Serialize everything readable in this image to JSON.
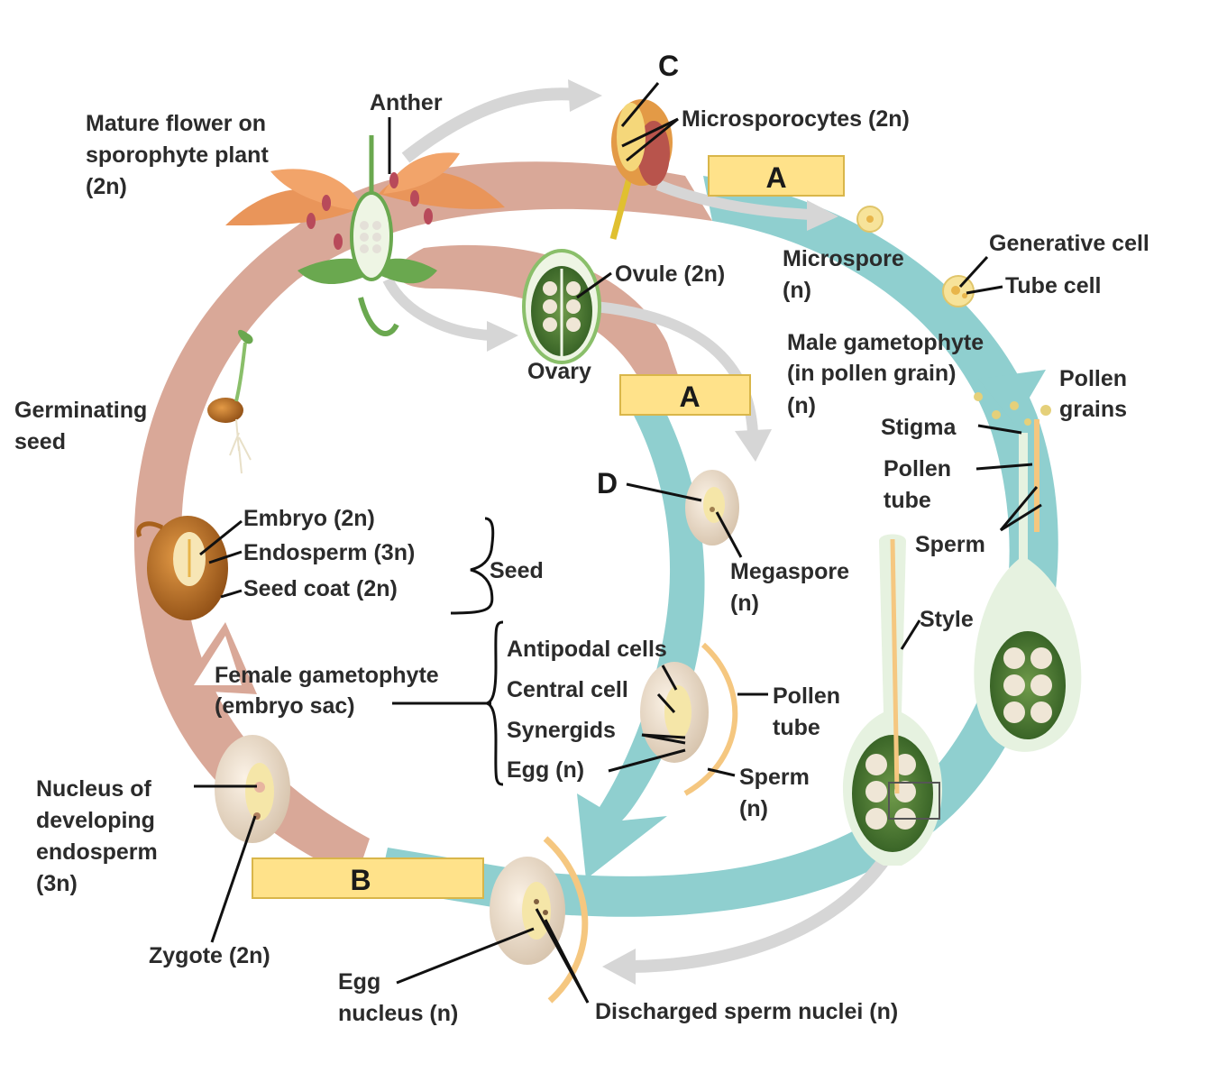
{
  "letters": {
    "c": "C",
    "d": "D"
  },
  "boxes": {
    "a_top": "A",
    "a_mid": "A",
    "b": "B"
  },
  "labels": {
    "mature_flower": [
      "Mature flower on",
      "sporophyte plant",
      "(2n)"
    ],
    "anther": "Anther",
    "microsporocytes": "Microsporocytes (2n)",
    "microspore": [
      "Microspore",
      "(n)"
    ],
    "generative_cell": "Generative cell",
    "tube_cell": "Tube cell",
    "ovule": "Ovule (2n)",
    "ovary": "Ovary",
    "male_gametophyte": [
      "Male gametophyte",
      "(in pollen grain)",
      "(n)"
    ],
    "pollen_grains": [
      "Pollen",
      "grains"
    ],
    "stigma": "Stigma",
    "pollen_tube_top": [
      "Pollen",
      "tube"
    ],
    "sperm_top": "Sperm",
    "germinating_seed": [
      "Germinating",
      "seed"
    ],
    "embryo": "Embryo (2n)",
    "endosperm": "Endosperm (3n)",
    "seed_coat": "Seed coat (2n)",
    "seed": "Seed",
    "megaspore": [
      "Megaspore",
      "(n)"
    ],
    "style": "Style",
    "antipodal": "Antipodal cells",
    "central_cell": "Central cell",
    "synergids": "Synergids",
    "egg": "Egg (n)",
    "female_gametophyte": [
      "Female gametophyte",
      "(embryo sac)"
    ],
    "pollen_tube_mid": [
      "Pollen",
      "tube"
    ],
    "sperm_mid": [
      "Sperm",
      "(n)"
    ],
    "nucleus_endosperm": [
      "Nucleus of",
      "developing",
      "endosperm",
      "(3n)"
    ],
    "zygote": "Zygote (2n)",
    "egg_nucleus": [
      "Egg",
      "nucleus (n)"
    ],
    "discharged": "Discharged sperm nuclei (n)"
  },
  "colors": {
    "diploid_band": "#d9a898",
    "haploid_band": "#8fcfcf",
    "box_fill": "#ffe28a",
    "gray_arrow": "#d6d6d6",
    "ovule_green": "#3f6e2c",
    "petal_orange": "#e9955a",
    "seed_brown": "#a8611c"
  }
}
